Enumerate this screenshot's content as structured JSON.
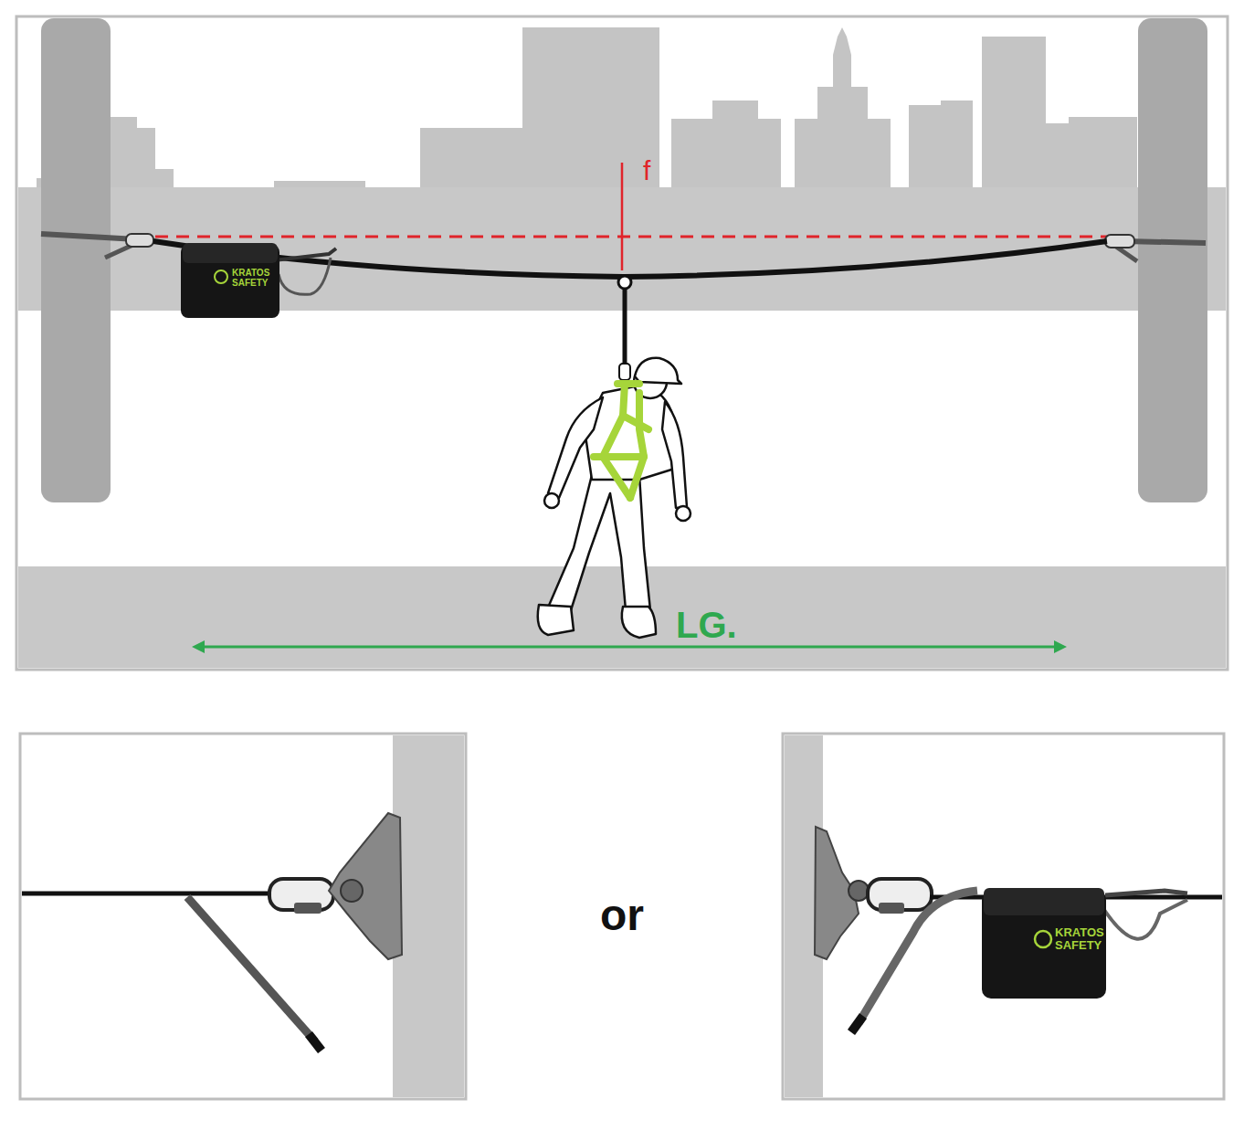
{
  "diagram": {
    "labels": [
      "f",
      "LG.",
      "KRATOS SAFETY",
      "KRATOS SAFETY",
      "or"
    ]
  }
}
